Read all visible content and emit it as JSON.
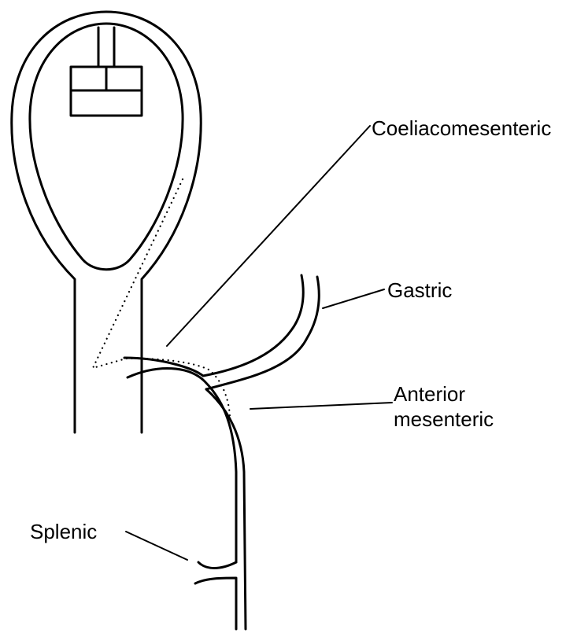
{
  "labels": {
    "coeliacomesenteric": "Coeliacomesenteric",
    "gastric": "Gastric",
    "anterior_line1": "Anterior",
    "anterior_line2": "mesenteric",
    "splenic": "Splenic"
  }
}
